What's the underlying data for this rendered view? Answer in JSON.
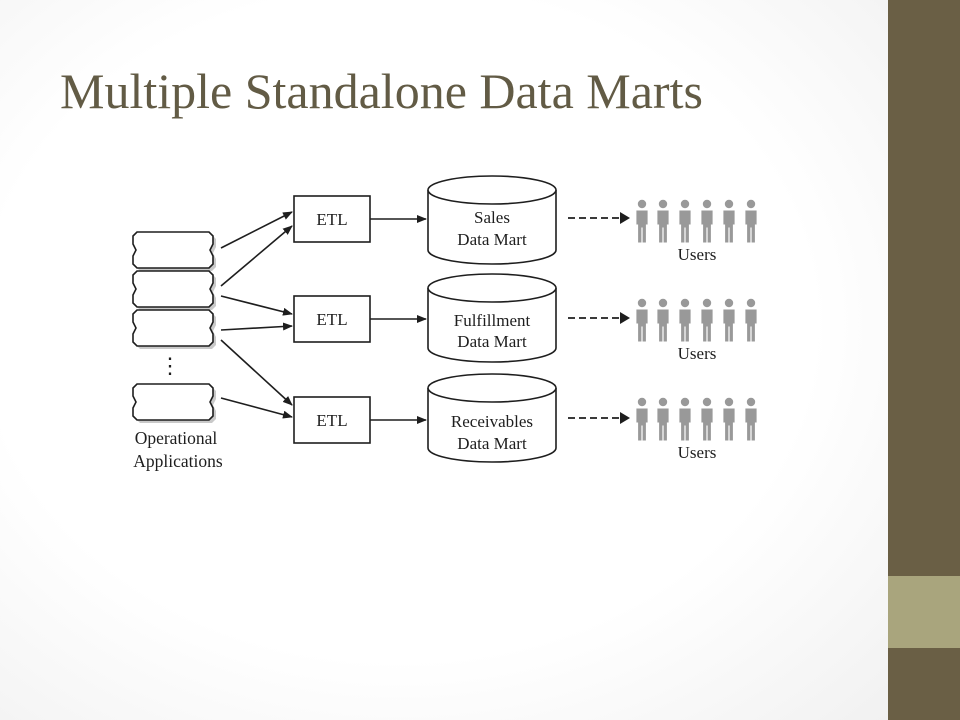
{
  "slide": {
    "title": "Multiple Standalone Data Marts"
  },
  "colors": {
    "title": "#625b45",
    "sidebar_dark": "#6a5f45",
    "sidebar_light": "#a9a57d",
    "user_icon": "#999999",
    "diagram_line": "#1e1e1e"
  },
  "diagram": {
    "sources": {
      "label_line1": "Operational",
      "label_line2": "Applications",
      "ellipsis": "⋮"
    },
    "rows": [
      {
        "etl": "ETL",
        "mart_line1": "Sales",
        "mart_line2": "Data Mart",
        "users": "Users"
      },
      {
        "etl": "ETL",
        "mart_line1": "Fulfillment",
        "mart_line2": "Data Mart",
        "users": "Users"
      },
      {
        "etl": "ETL",
        "mart_line1": "Receivables",
        "mart_line2": "Data Mart",
        "users": "Users"
      }
    ]
  }
}
